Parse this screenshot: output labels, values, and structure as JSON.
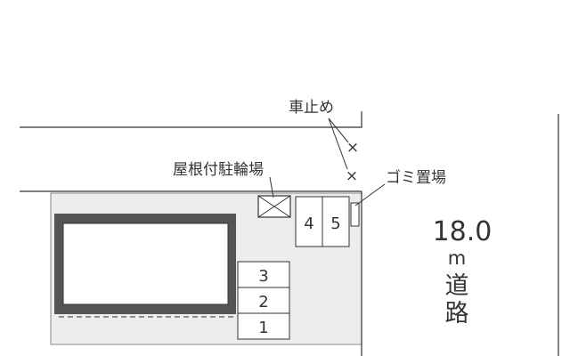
{
  "labels": {
    "car_stop": "車止め",
    "covered_bicycle_parking": "屋根付駐輪場",
    "garbage_area": "ゴミ置場",
    "road_width": "18.0",
    "road_unit": "m",
    "road_char_1": "道",
    "road_char_2": "路"
  },
  "parking_spaces": [
    "1",
    "2",
    "3",
    "4",
    "5"
  ],
  "symbols": {
    "car_stop_mark": "×"
  },
  "colors": {
    "lot_fill": "#ededed",
    "building_wall": "#555555",
    "line": "#333333"
  }
}
